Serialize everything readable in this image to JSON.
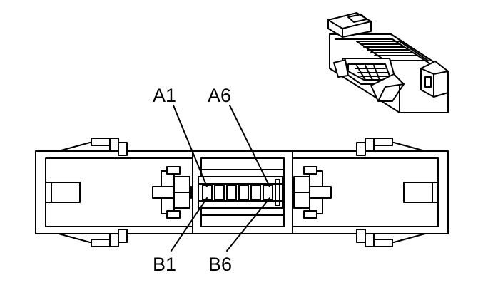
{
  "colors": {
    "line": "#000000",
    "background": "#ffffff"
  },
  "pin_labels": {
    "a1": "A1",
    "a6": "A6",
    "b1": "B1",
    "b6": "B6"
  }
}
